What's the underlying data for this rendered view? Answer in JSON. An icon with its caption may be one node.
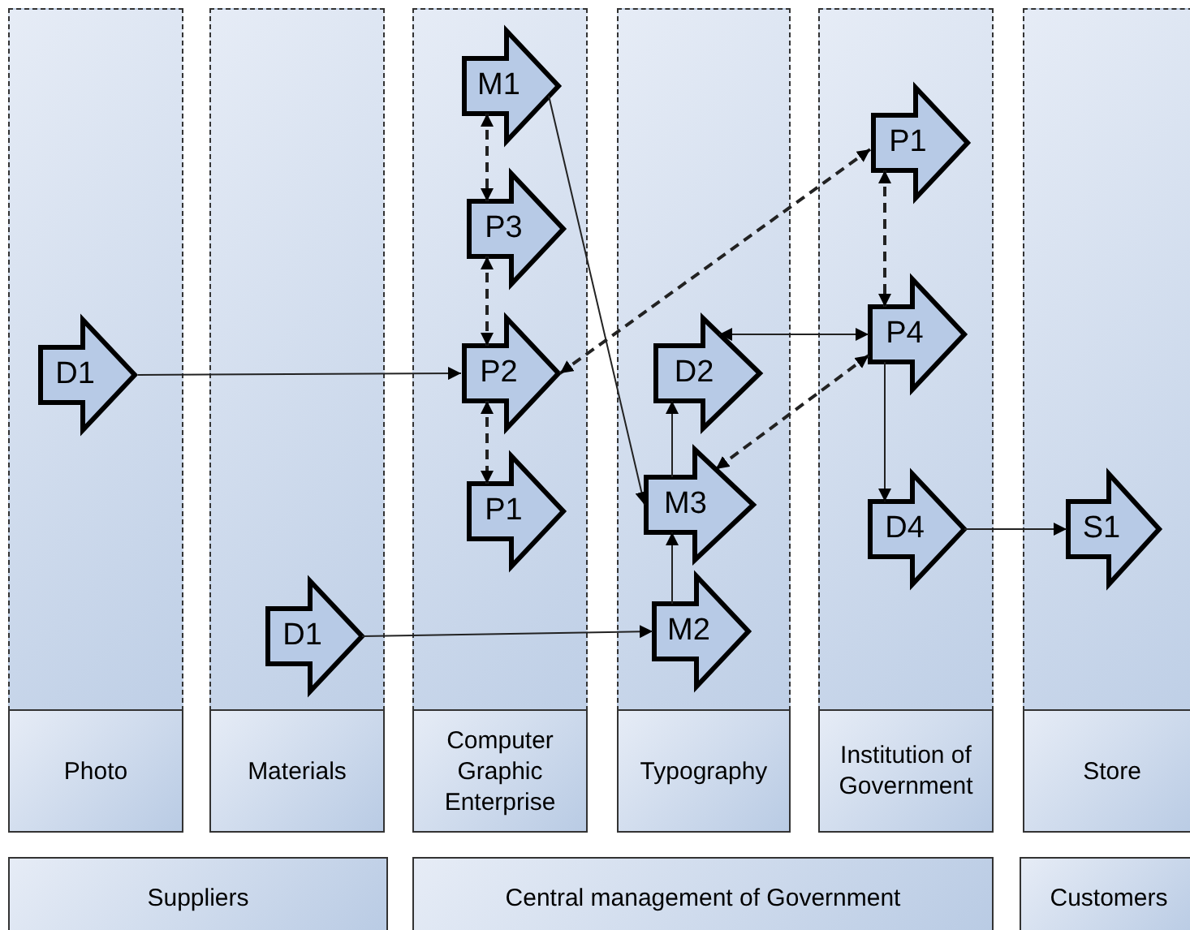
{
  "diagram": {
    "nodes": [
      {
        "text": [
          "Photo"
        ]
      },
      {
        "text": [
          "Materials"
        ]
      },
      {
        "text": [
          "Computer Graphic Enterprise"
        ]
      },
      {
        "text": [
          "Typography"
        ]
      },
      {
        "text": [
          "Institution of Government"
        ]
      },
      {
        "text": [
          "Store"
        ]
      },
      {
        "text": [
          "D1"
        ],
        "in": 0
      },
      {
        "text": [
          "D1"
        ],
        "in": 1
      },
      {
        "text": [
          "M1"
        ],
        "in": 2
      },
      {
        "text": [
          "P3"
        ],
        "in": 2
      },
      {
        "text": [
          "P2"
        ],
        "in": 2
      },
      {
        "text": [
          "P1"
        ],
        "in": 2
      },
      {
        "text": [
          "D2"
        ],
        "in": 3
      },
      {
        "text": [
          "M3"
        ],
        "in": 3
      },
      {
        "text": [
          "M2"
        ],
        "in": 3
      },
      {
        "text": [
          "P1"
        ],
        "in": 4
      },
      {
        "text": [
          "P4"
        ],
        "in": 4
      },
      {
        "text": [
          "D4"
        ],
        "in": 4
      },
      {
        "text": [
          "S1"
        ],
        "in": 5
      },
      {
        "text": [
          "Suppliers"
        ]
      },
      {
        "text": [
          "Central management of Government"
        ]
      },
      {
        "text": [
          "Customers"
        ]
      }
    ],
    "edges": [
      {
        "from": 8,
        "to": 9,
        "arrow": "both",
        "style": "dashed"
      },
      {
        "from": 9,
        "to": 10,
        "arrow": "both",
        "style": "dashed"
      },
      {
        "from": 10,
        "to": 11,
        "arrow": "both",
        "style": "dashed"
      },
      {
        "from": 6,
        "to": 10,
        "arrow": "to"
      },
      {
        "from": 15,
        "to": 10,
        "arrow": "both",
        "style": "dashed"
      },
      {
        "from": 8,
        "to": 13,
        "arrow": "to"
      },
      {
        "from": 15,
        "to": 16,
        "arrow": "both",
        "style": "dashed"
      },
      {
        "from": 12,
        "to": 16,
        "arrow": "both"
      },
      {
        "from": 16,
        "to": 13,
        "arrow": "both",
        "style": "dashed"
      },
      {
        "from": 13,
        "to": 12,
        "arrow": "to"
      },
      {
        "from": 14,
        "to": 13,
        "arrow": "to"
      },
      {
        "from": 7,
        "to": 14,
        "arrow": "to"
      },
      {
        "from": 16,
        "to": 17,
        "arrow": "to"
      },
      {
        "from": 17,
        "to": 18,
        "arrow": "to"
      }
    ]
  }
}
